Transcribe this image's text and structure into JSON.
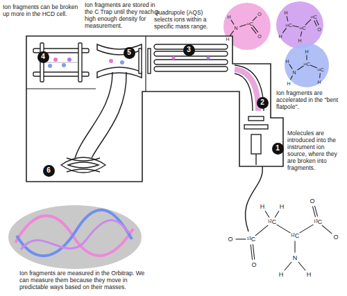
{
  "diagram": {
    "nodes": [
      {
        "text": [
          "4"
        ]
      },
      {
        "text": [
          "5"
        ]
      },
      {
        "text": [
          "3"
        ]
      },
      {
        "text": [
          "2"
        ]
      },
      {
        "text": [
          "1"
        ]
      },
      {
        "text": [
          "6"
        ]
      }
    ],
    "labels": [
      "Ion fragments can be broken up more in the HCD cell.",
      "Ion fragments are stored in the C Trap until they reach a high enough density for measurement.",
      "Quadrupole (AQS) selects ions within a specific mass range.",
      "H",
      "N",
      "H",
      "¹³C",
      "O",
      "O",
      "H",
      "¹²C",
      "H",
      "¹²C",
      "H",
      "¹³C",
      "O",
      "H",
      "N",
      "H",
      "¹²C",
      "H",
      "¹²C",
      "H",
      "Ion fragments are accelerated in the \"bent flatpole\".",
      "Molecules are introduced into the instrument ion source, where they are broken into fragments.",
      "Ion fragments are measured in the Orbitrap. We can measure them because they move in predictable ways based on their masses.",
      "O",
      "¹³C",
      "O",
      "H",
      "H",
      "¹²C",
      "¹²C",
      "N",
      "H",
      "H",
      "¹³C",
      "O",
      "O"
    ]
  }
}
